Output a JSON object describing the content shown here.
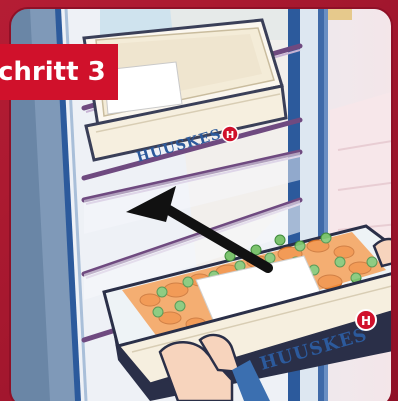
{
  "step_label": "chritt 3",
  "brand": {
    "upper_tray_name": "HUUSKES",
    "lower_tray_name": "HUUSKES",
    "logo_letter": "H"
  },
  "icons": {
    "arrow": "arrow-up-left-icon"
  },
  "colors": {
    "background_red": "#a5182e",
    "fridge_blue": "#3b6fb0",
    "shelf_purple": "#7a4a85",
    "badge_red": "#d0112b",
    "pea_green": "#7cc36e",
    "carrot_orange": "#f08a3a"
  }
}
